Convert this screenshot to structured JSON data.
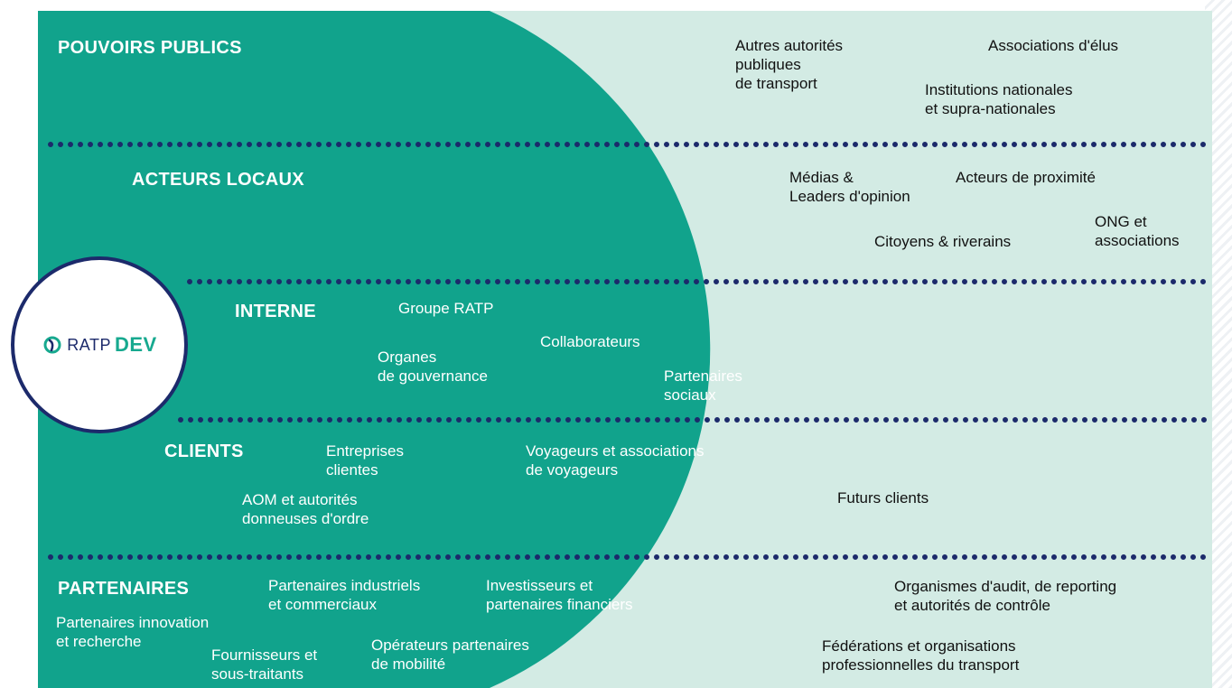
{
  "colors": {
    "circle": "#11a38c",
    "panel": "#d3ebe4",
    "dots": "#1c2a6b",
    "logo_ring": "#1c2a6b"
  },
  "logo": {
    "text_a": "RATP",
    "text_b": "DEV",
    "icon": "ratp-dev-logo-icon"
  },
  "sections": {
    "pouvoirs": "POUVOIRS PUBLICS",
    "locaux": "ACTEURS LOCAUX",
    "interne": "INTERNE",
    "clients": "CLIENTS",
    "partenaires": "PARTENAIRES"
  },
  "labels": {
    "autres_autorites": "Autres autorités\npubliques\nde transport",
    "associations_elus": "Associations d'élus",
    "institutions": "Institutions nationales\net supra-nationales",
    "medias": "Médias &\nLeaders d'opinion",
    "acteurs_proximite": "Acteurs de proximité",
    "ong": "ONG et\nassociations",
    "citoyens": "Citoyens & riverains",
    "groupe_ratp": "Groupe RATP",
    "organes": "Organes\nde gouvernance",
    "collaborateurs": "Collaborateurs",
    "partenaires_sociaux": "Partenaires\nsociaux",
    "entreprises_clientes": "Entreprises\nclientes",
    "voyageurs": "Voyageurs et associations\nde voyageurs",
    "aom": "AOM et autorités\ndonneuses d'ordre",
    "futurs_clients": "Futurs clients",
    "partenaires_industriels": "Partenaires industriels\net commerciaux",
    "investisseurs": "Investisseurs et\npartenaires financiers",
    "organismes_audit": "Organismes d'audit, de reporting\net autorités de contrôle",
    "partenaires_innovation": "Partenaires innovation\net recherche",
    "fournisseurs": "Fournisseurs et\nsous-traitants",
    "operateurs": "Opérateurs partenaires\nde mobilité",
    "federations": "Fédérations et organisations\nprofessionnelles du transport"
  }
}
